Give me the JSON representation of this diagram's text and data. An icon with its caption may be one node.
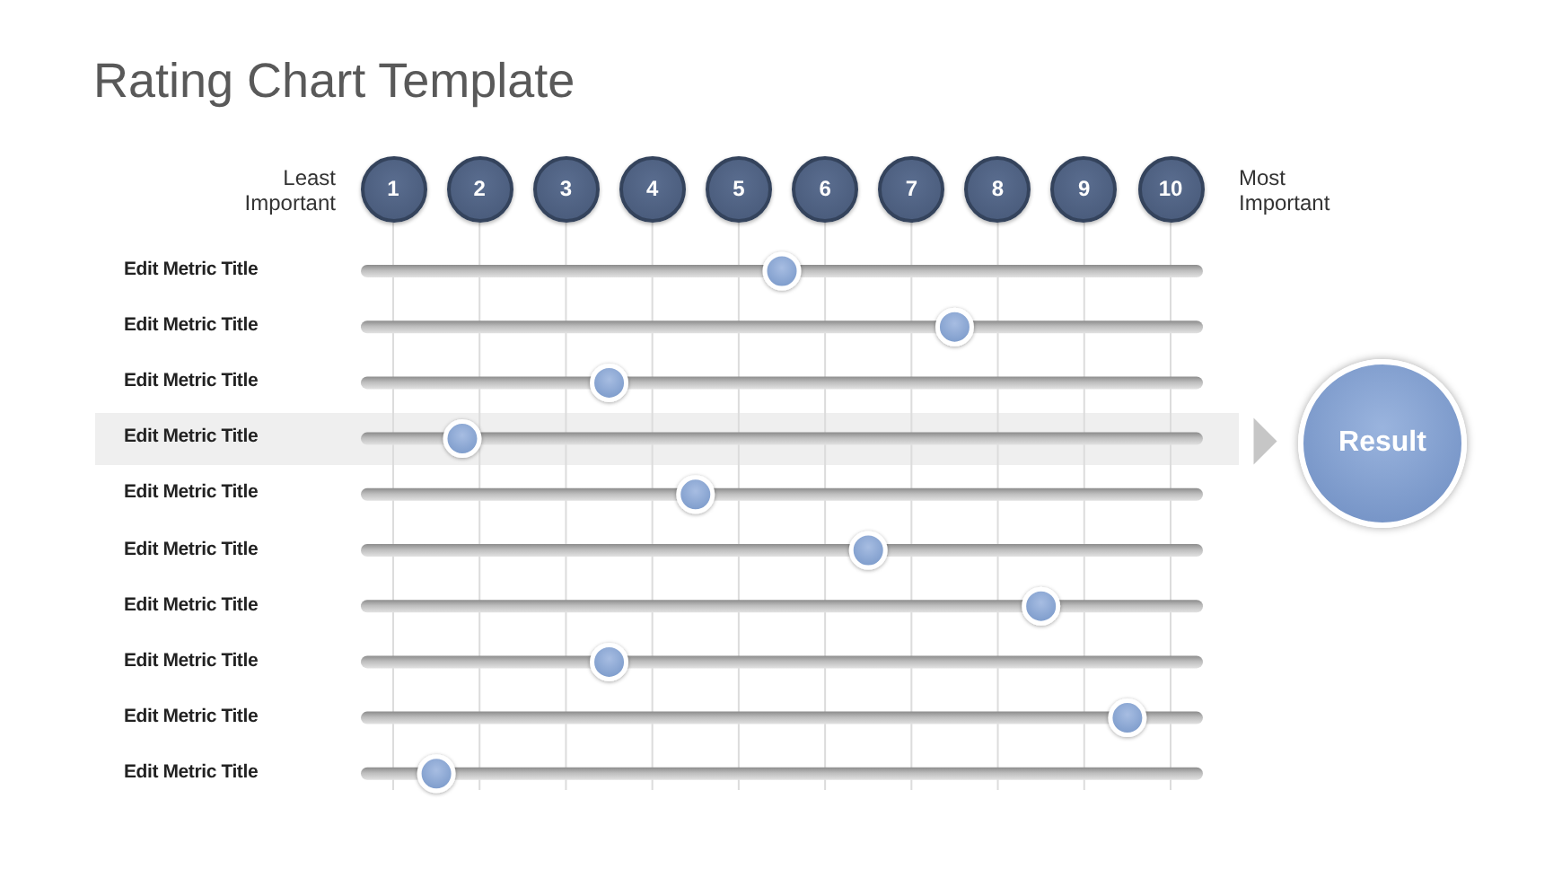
{
  "diagram": {
    "title": "Rating Chart Template",
    "nodes": [
      {
        "text": [],
        "shape": "bar"
      },
      {
        "text": [
          "Result"
        ]
      }
    ],
    "edges": [
      {
        "from": 0,
        "to": 1,
        "arrow": "to"
      }
    ],
    "labels": [
      "Least Important",
      "Most Important"
    ],
    "chart_data": {
      "type": "scatter",
      "orientation": "horizontal",
      "categories": [
        "Edit Metric Title",
        "Edit Metric Title",
        "Edit Metric Title",
        "Edit Metric Title",
        "Edit Metric Title",
        "Edit Metric Title",
        "Edit Metric Title",
        "Edit Metric Title",
        "Edit Metric Title",
        "Edit Metric Title"
      ],
      "values": [
        5.5,
        7.5,
        3.5,
        1.8,
        4.5,
        6.5,
        8.5,
        3.5,
        9.5,
        1.5
      ],
      "xlim": [
        1,
        10
      ],
      "xticks": [
        1,
        2,
        3,
        4,
        5,
        6,
        7,
        8,
        9,
        10
      ],
      "grid": true
    }
  }
}
